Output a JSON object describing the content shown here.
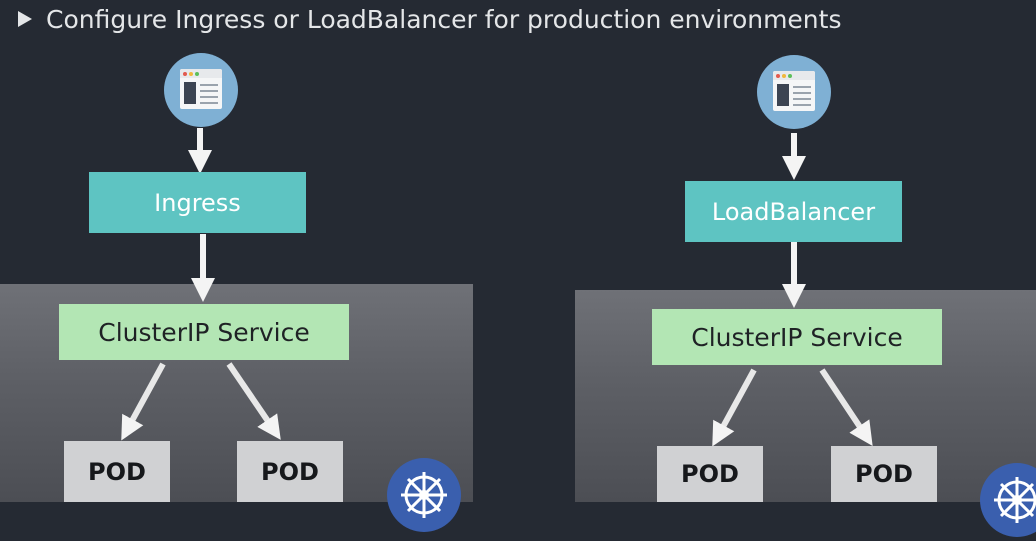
{
  "header": {
    "title": "Configure Ingress or LoadBalancer for production environments"
  },
  "left": {
    "entry_label": "Ingress",
    "service_label": "ClusterIP Service",
    "pods": [
      "POD",
      "POD"
    ]
  },
  "right": {
    "entry_label": "LoadBalancer",
    "service_label": "ClusterIP Service",
    "pods": [
      "POD",
      "POD"
    ]
  },
  "colors": {
    "background": "#252a33",
    "ingress": "#5ec4c2",
    "service": "#b3e6b4",
    "pod": "#d0d1d3",
    "browser_icon": "#7fb0d4",
    "kubernetes_logo": "#3a5fae"
  },
  "icons": [
    "play-triangle-icon",
    "browser-icon",
    "kubernetes-logo-icon"
  ]
}
